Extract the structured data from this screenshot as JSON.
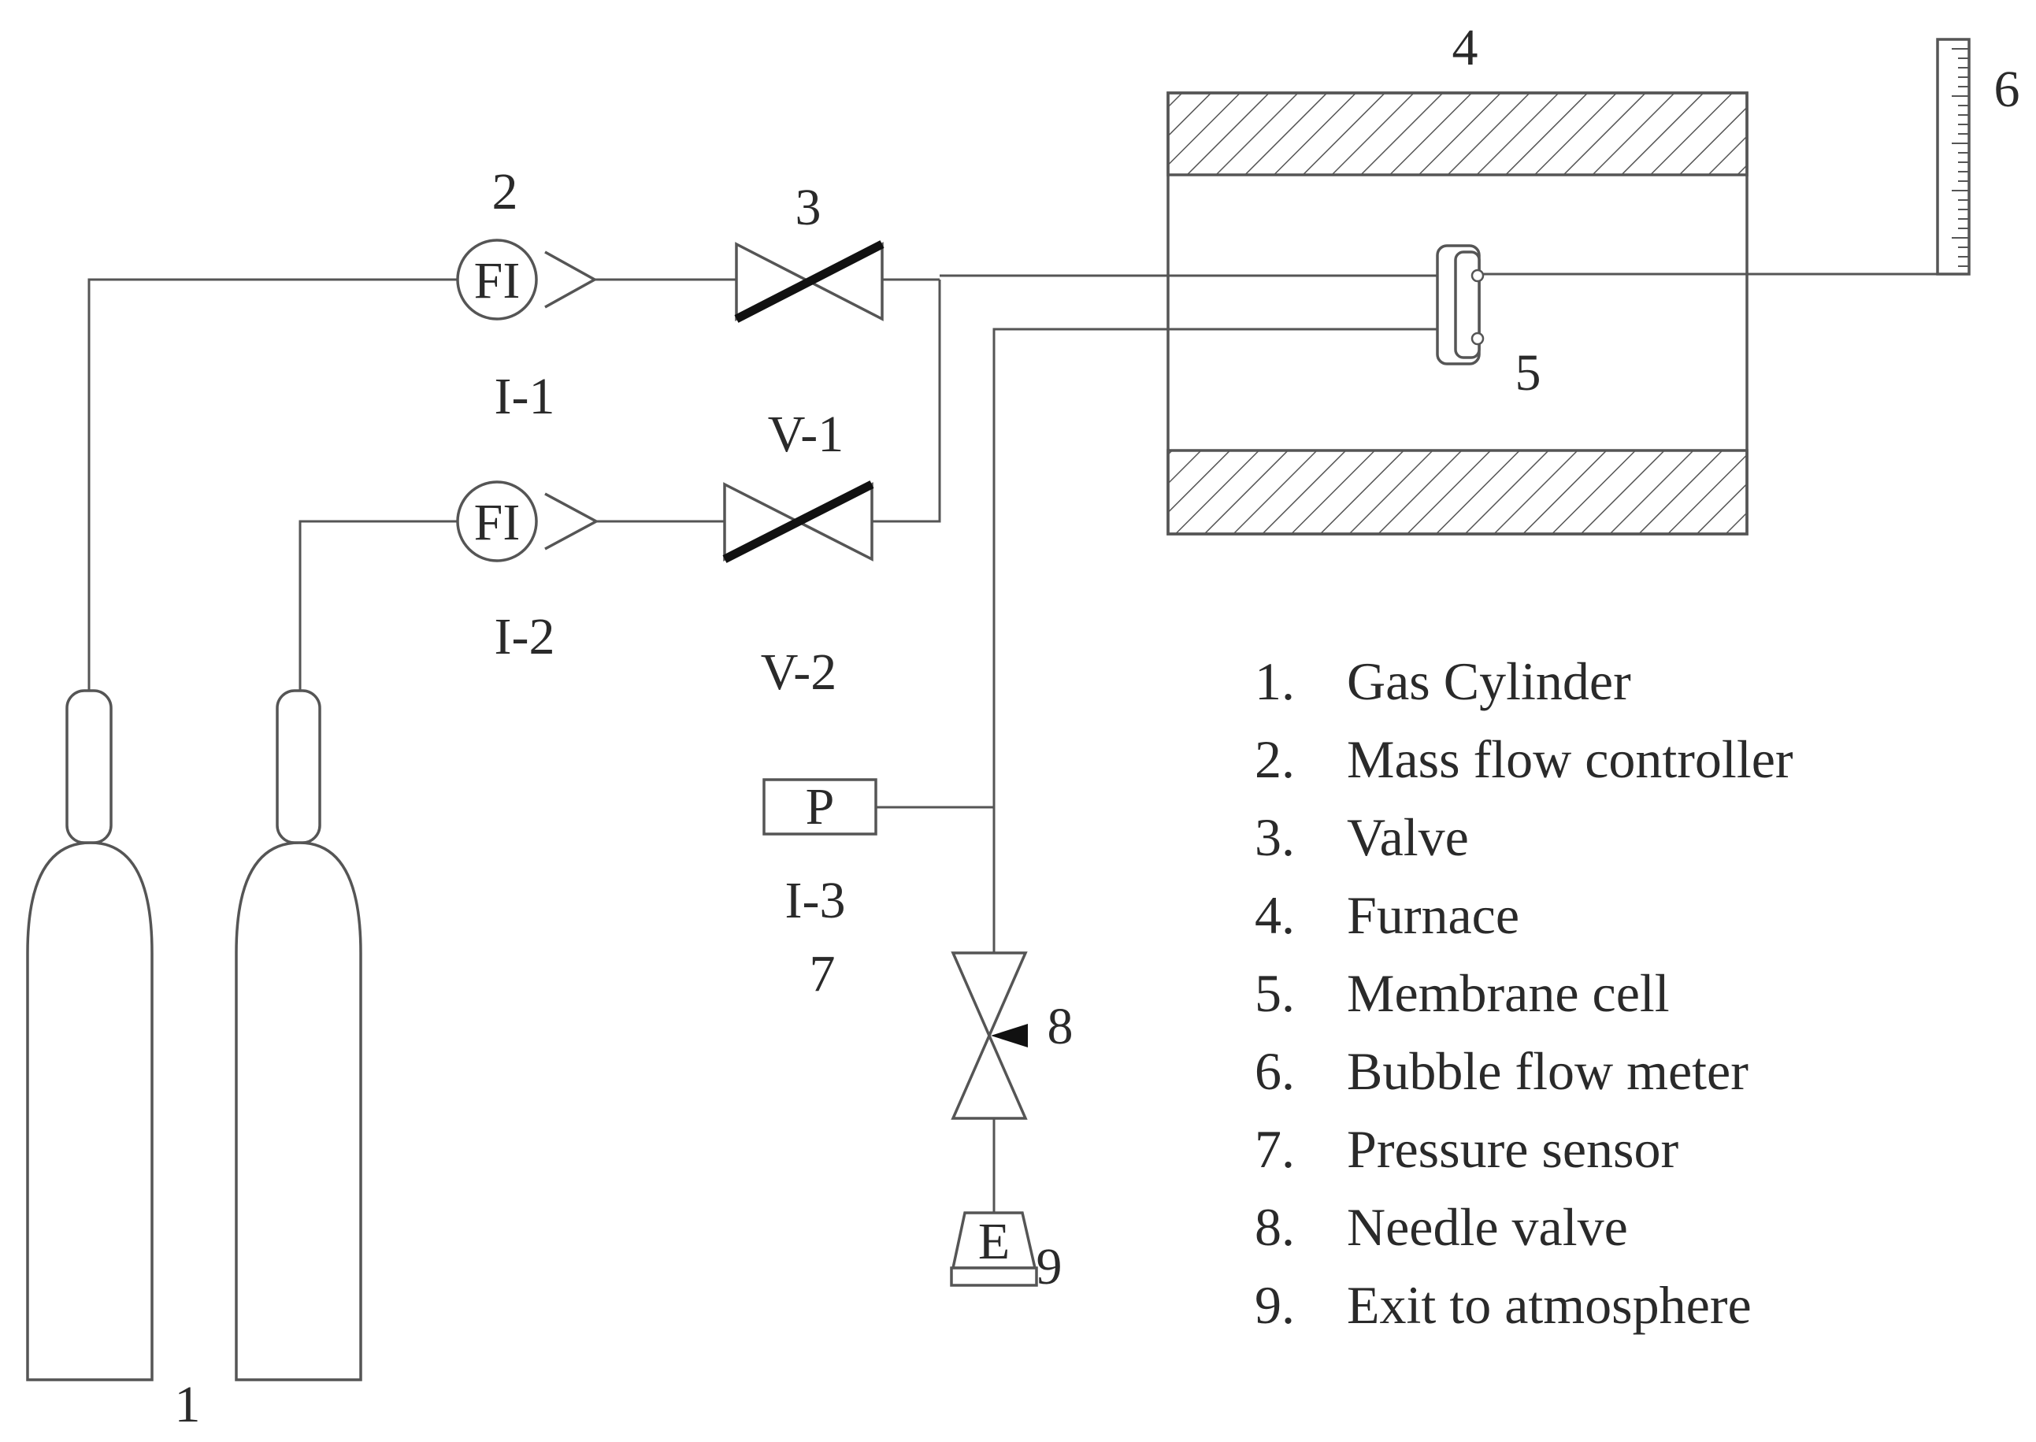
{
  "labels": {
    "cylinder": "1",
    "mfc": "2",
    "valve": "3",
    "furnace": "4",
    "membrane": "5",
    "bubble_meter": "6",
    "pressure": "7",
    "needle": "8",
    "exit": "9"
  },
  "instruments": {
    "flow_indicator_1": "FI",
    "flow_indicator_2": "FI",
    "pressure_box": "P",
    "exit_box": "E"
  },
  "tags": {
    "i1": "I-1",
    "i2": "I-2",
    "i3": "I-3",
    "v1": "V-1",
    "v2": "V-2"
  },
  "legend": {
    "items": [
      {
        "num": "1.",
        "text": "Gas Cylinder"
      },
      {
        "num": "2.",
        "text": "Mass flow controller"
      },
      {
        "num": "3.",
        "text": "Valve"
      },
      {
        "num": "4.",
        "text": "Furnace"
      },
      {
        "num": "5.",
        "text": "Membrane cell"
      },
      {
        "num": "6.",
        "text": "Bubble flow meter"
      },
      {
        "num": "7.",
        "text": "Pressure sensor"
      },
      {
        "num": "8.",
        "text": "Needle valve"
      },
      {
        "num": "9.",
        "text": "Exit to atmosphere"
      }
    ]
  },
  "colors": {
    "line": "#555555",
    "valve_bar": "#111111",
    "text": "#2a2a2a"
  }
}
